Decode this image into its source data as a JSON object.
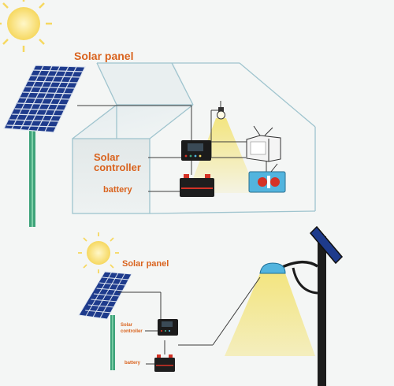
{
  "labels": {
    "top_solar_panel": "Solar panel",
    "top_solar_controller_line1": "Solar",
    "top_solar_controller_line2": "controller",
    "top_battery": "battery",
    "bottom_solar_panel": "Solar panel",
    "bottom_solar_controller_line1": "Solar",
    "bottom_solar_controller_line2": "controller",
    "bottom_battery": "battery"
  },
  "colors": {
    "label_orange": "#d9631e",
    "house_outline": "#9fc4ce",
    "panel_blue": "#1e3b8c",
    "sun_yellow": "#f6d860",
    "light_beam": "#f3e47a",
    "pole_green": "#3ea37a",
    "wire": "#3c3c3c",
    "battery_red": "#d43226",
    "device_blue": "#52b4de"
  },
  "icons": {
    "sun": "sun-icon",
    "solar_panel": "solar-panel-icon",
    "charge_controller": "charge-controller-icon",
    "battery": "battery-icon",
    "light_bulb": "light-bulb-icon",
    "television": "television-icon",
    "radio": "radio-icon",
    "street_lamp": "street-lamp-icon"
  }
}
